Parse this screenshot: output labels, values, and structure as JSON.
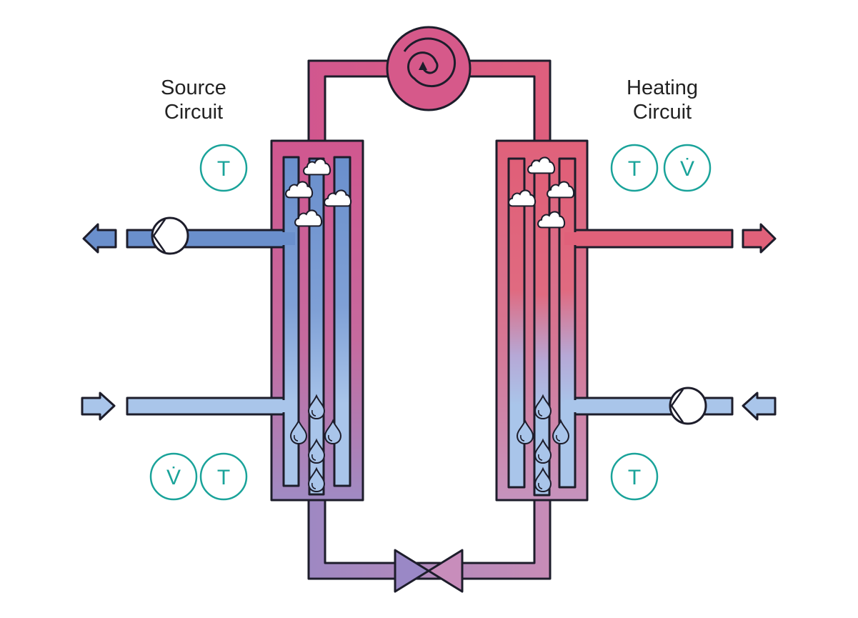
{
  "labels": {
    "source_line1": "Source",
    "source_line2": "Circuit",
    "heating_line1": "Heating",
    "heating_line2": "Circuit"
  },
  "sensors": {
    "source_top_temp": "T",
    "source_bottom_flow": "V̇",
    "source_bottom_temp": "T",
    "heating_top_temp": "T",
    "heating_top_flow": "V̇",
    "heating_bottom_temp": "T"
  },
  "colors": {
    "sensor": "#1aa39a",
    "hot": "#e0617a",
    "refrigerant_hot": "#d1578f",
    "refrigerant_cold": "#9e88c2",
    "cold_dark": "#6a8fcc",
    "cold_light": "#a9c5ea"
  },
  "icons": [
    "compressor-icon",
    "expansion-valve-icon",
    "pump-icon",
    "cloud-icon",
    "droplet-icon",
    "arrow-icon"
  ]
}
